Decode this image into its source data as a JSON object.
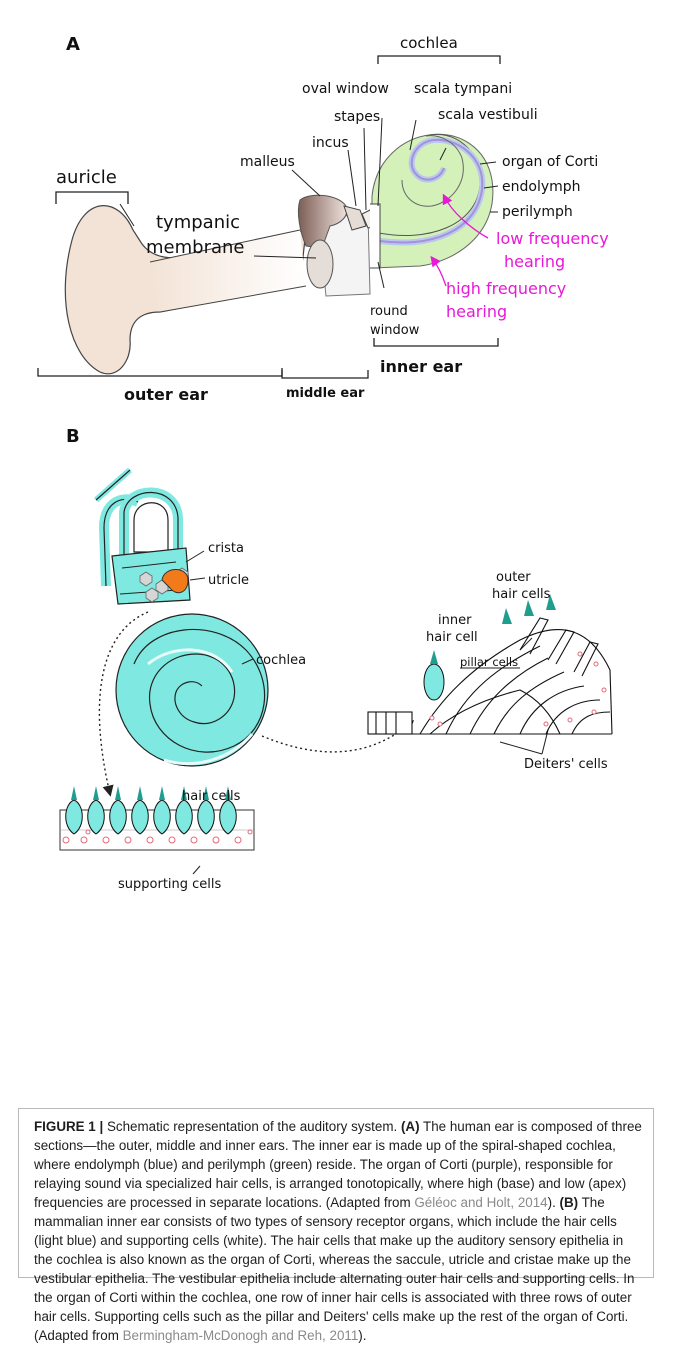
{
  "panel_a": {
    "letter": "A",
    "labels": {
      "cochlea": "cochlea",
      "oval_window": "oval window",
      "scala_tympani": "scala tympani",
      "scala_vestibuli": "scala vestibuli",
      "stapes": "stapes",
      "incus": "incus",
      "malleus": "malleus",
      "organ_of_corti": "organ of Corti",
      "endolymph": "endolymph",
      "perilymph": "perilymph",
      "auricle": "auricle",
      "tympanic": "tympanic",
      "membrane": "membrane",
      "low_frequency": "low frequency",
      "low_hearing": "hearing",
      "high_frequency": "high frequency",
      "high_hearing": "hearing",
      "round": "round",
      "window": "window",
      "inner_ear": "inner ear",
      "middle_ear": "middle ear",
      "outer_ear": "outer ear"
    },
    "colors": {
      "outer_ear": "#f3e3d6",
      "cochlea_fill": "#d3f1b8",
      "endolymph": "#b9c8f0",
      "organ_of_corti": "#a691d6",
      "frequency_label": "#e818d8",
      "ossicles": "#7c5e56"
    }
  },
  "panel_b": {
    "letter": "B",
    "labels": {
      "crista": "crista",
      "utricle": "utricle",
      "cochlea": "cochlea",
      "outer": "outer",
      "hair_cells_top": "hair cells",
      "inner": "inner",
      "hair_cell": "hair cell",
      "pillar_cells": "pillar cells",
      "deiters_cells": "Deiters' cells",
      "hair_cells": "hair cells",
      "supporting_cells": "supporting cells"
    },
    "colors": {
      "inner_ear_fill": "#7fe8e0",
      "hair_cell_fill": "#1f9e90",
      "utricle_fill": "#f27a1a",
      "nucleus": "#e36a7a"
    }
  },
  "caption": {
    "label": "FIGURE 1 |",
    "t1": " Schematic representation of the auditory system. ",
    "a_label": "(A)",
    "t2": " The human ear is composed of three sections—the outer, middle and inner ears. The inner ear is made up of the spiral-shaped cochlea, where endolymph (blue) and perilymph (green) reside. The organ of Corti (purple), responsible for relaying sound via specialized hair cells, is arranged tonotopically, where high (base) and low (apex) frequencies are processed in separate locations. (Adapted from ",
    "cite1": "Géléoc and Holt, 2014",
    "t3": "). ",
    "b_label": "(B)",
    "t4": " The mammalian inner ear consists of two types of sensory receptor organs, which include the hair cells (light blue) and supporting cells (white). The hair cells that make up the auditory sensory epithelia in the cochlea is also known as the organ of Corti, whereas the saccule, utricle and cristae make up the vestibular epithelia. The vestibular epithelia include alternating outer hair cells and supporting cells. In the organ of Corti within the cochlea, one row of inner hair cells is associated with three rows of outer hair cells. Supporting cells such as the pillar and Deiters' cells make up the rest of the organ of Corti. (Adapted from ",
    "cite2": "Bermingham-McDonogh and Reh, 2011",
    "t5": ")."
  }
}
